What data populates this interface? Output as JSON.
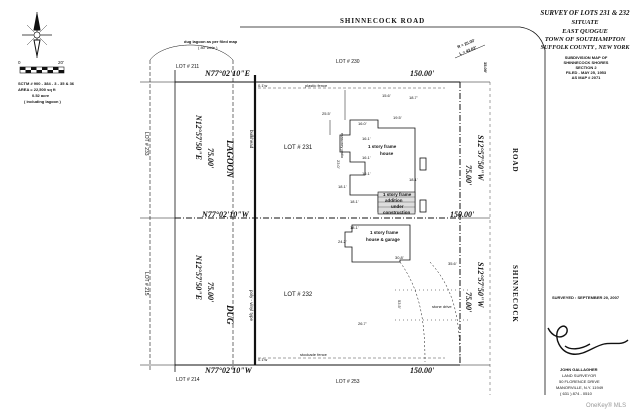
{
  "title": {
    "line1": "SURVEY OF LOTS  231 & 232",
    "line2": "SITUATE",
    "line3": "EAST QUOGUE",
    "line4": "TOWN OF SOUTHAMPTON",
    "line5": "SUFFOLK COUNTY , NEW YORK"
  },
  "subdivision": {
    "line1": "SUBDIVISION MAP OF",
    "line2": "SHINNECOCK SHORES",
    "line3": "SECTION 2",
    "line4": "FILED - MAY 25, 1953",
    "line5": "AS MAP # 2071"
  },
  "parcel": {
    "sctm": "SCTM # 900 - 384 - 3 - 35 & 36",
    "area": "AREA = 22,500 sq ft",
    "acres": "0.52 acre",
    "including": "( including lagoon )"
  },
  "scale": {
    "zero": "0",
    "twenty": "20'"
  },
  "roads": {
    "north": "SHINNECOCK   ROAD",
    "east_upper": "ROAD",
    "east_lower": "SHINNECOCK"
  },
  "lagoon": {
    "note": "dug lagoon as per filed map",
    "width_note": "( 80' wide )",
    "lagoon_word": "LAGOON",
    "dug_word": "DUG",
    "bulkhead": "bulkhead",
    "poly_vinyl": "poly - vinyl  type"
  },
  "bearings": {
    "north_line": "N77°02'10\"E",
    "mid_line": "N77°02'10\"W",
    "south_line": "N77°02'10\"W",
    "west_upper": "N12°57'50\"E",
    "west_lower": "N12°57'50\"E",
    "east_upper": "S12°57'50\"W",
    "east_lower": "S12°57'50\"W"
  },
  "distances": {
    "north": "150.00'",
    "mid": "150.00'",
    "south": "150.00'",
    "west_upper": "75.00'",
    "west_lower": "75.00'",
    "east_upper": "75.00'",
    "east_lower": "75.00'",
    "corner": "35.00'"
  },
  "curve": {
    "r": "R = 25.00'",
    "l": "L = 43.63'"
  },
  "lots": {
    "l211": "LOT # 211",
    "l230": "LOT # 230",
    "l231": "LOT # 231",
    "l232": "LOT # 232",
    "l233": "LOT # 233",
    "l215": "LOT # 215",
    "l214": "LOT # 214",
    "l253": "LOT # 253"
  },
  "buildings": {
    "house1_a": "1 story frame",
    "house1_b": "house",
    "addition_a": "1 story frame",
    "addition_b": "addition",
    "addition_c": "under",
    "addition_d": "construction",
    "house2_a": "1 story frame",
    "house2_b": "house & garage"
  },
  "features": {
    "plastic_fence": "plastic fence",
    "masonry_patio": "masonry patio",
    "stone_drive": "stone    drive",
    "stockade_fence": "stockade   fence",
    "offset_top": "0.1'w",
    "offset_bottom": "0.1'w"
  },
  "dims": {
    "d1": "15.6'",
    "d2": "25.5'",
    "d3": "16.0'",
    "d4": "19.5'",
    "d5": "16.1'",
    "d6": "16.1'",
    "d7": "16.1'",
    "d8": "23.0'",
    "d9": "18.1'",
    "d10": "18.1'",
    "d11": "18.1'",
    "d12": "18.7'",
    "d13": "18.1'",
    "d14": "24.2'",
    "d15": "30.8'",
    "d16": "35.6'",
    "d17": "53.5'",
    "d18": "26.7'"
  },
  "surveyed": "SURVEYED : SEPTEMBER 20, 2007",
  "surveyor": {
    "name": "JOHN GALLAGHER",
    "title": "LAND SURVEYOR",
    "address": "50 FLORENCE DRIVE",
    "city": "MANORVILLE, N.Y. 11949",
    "phone": "( 631 ) 874 - 0510"
  },
  "watermark": "OneKey® MLS"
}
